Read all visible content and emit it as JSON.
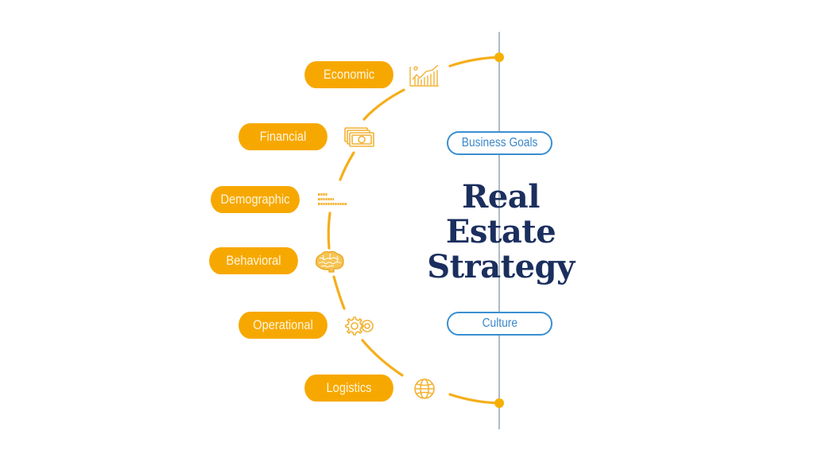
{
  "diagram": {
    "title_lines": [
      "Real",
      "Estate",
      "Strategy"
    ],
    "factors": [
      {
        "label": "Economic",
        "icon": "chart-icon"
      },
      {
        "label": "Financial",
        "icon": "money-icon"
      },
      {
        "label": "Demographic",
        "icon": "population-icon"
      },
      {
        "label": "Behavioral",
        "icon": "brain-icon"
      },
      {
        "label": "Operational",
        "icon": "gears-icon"
      },
      {
        "label": "Logistics",
        "icon": "globe-icon"
      }
    ],
    "goals": [
      {
        "label": "Business Goals"
      },
      {
        "label": "Culture"
      }
    ],
    "colors": {
      "accent_orange": "#f7a800",
      "icon_orange": "#f2b233",
      "title_navy": "#1b2f5e",
      "goal_blue": "#3a8fd0",
      "axis_gray": "#9aa8bb"
    }
  }
}
